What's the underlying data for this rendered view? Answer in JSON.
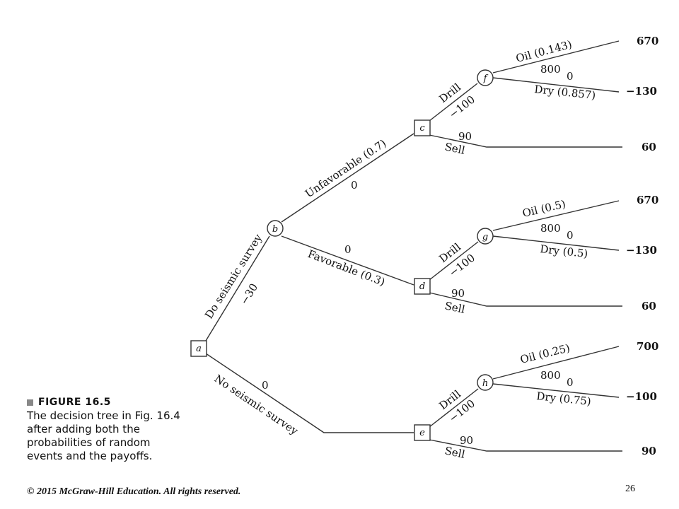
{
  "figure": {
    "heading": "FIGURE 16.5",
    "caption_lines": [
      "The decision tree in Fig. 16.4",
      "after adding both the",
      "probabilities of random",
      "events and the payoffs."
    ]
  },
  "footer": {
    "copyright": "© 2015 McGraw-Hill Education. All rights reserved.",
    "page_number": "26"
  },
  "tree": {
    "nodes": {
      "a": "a",
      "b": "b",
      "c": "c",
      "d": "d",
      "e": "e",
      "f": "f",
      "g": "g",
      "h": "h"
    },
    "edges": {
      "do_survey": "Do seismic survey",
      "do_survey_cost": "−30",
      "no_survey": "No seismic survey",
      "no_survey_cost": "0",
      "unfavorable": "Unfavorable (0.7)",
      "unfavorable_val": "0",
      "favorable": "Favorable (0.3)",
      "favorable_val": "0",
      "c_drill": "Drill",
      "c_drill_cost": "−100",
      "c_sell": "Sell",
      "c_sell_val": "90",
      "d_drill": "Drill",
      "d_drill_cost": "−100",
      "d_sell": "Sell",
      "d_sell_val": "90",
      "e_drill": "Drill",
      "e_drill_cost": "−100",
      "e_sell": "Sell",
      "e_sell_val": "90",
      "f_oil": "Oil (0.143)",
      "f_oil_val": "800",
      "f_dry": "Dry (0.857)",
      "f_dry_val": "0",
      "g_oil": "Oil (0.5)",
      "g_oil_val": "800",
      "g_dry": "Dry (0.5)",
      "g_dry_val": "0",
      "h_oil": "Oil (0.25)",
      "h_oil_val": "800",
      "h_dry": "Dry (0.75)",
      "h_dry_val": "0"
    },
    "payoffs": {
      "f_oil": "670",
      "f_dry": "−130",
      "c_sell": "60",
      "g_oil": "670",
      "g_dry": "−130",
      "d_sell": "60",
      "h_oil": "700",
      "h_dry": "−100",
      "e_sell": "90"
    }
  }
}
